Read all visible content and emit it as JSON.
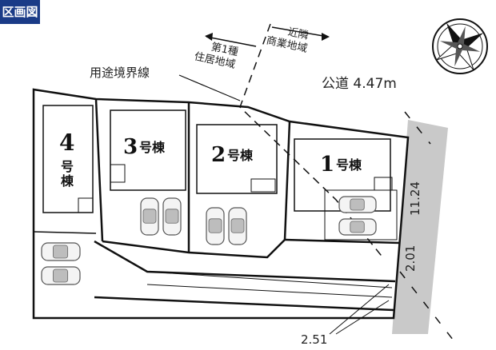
{
  "header": {
    "badge": "区画図"
  },
  "zoning": {
    "boundary_label": "用途境界線",
    "left_zone_line1": "第1種",
    "left_zone_line2": "住居地域",
    "right_zone_line1": "近隣",
    "right_zone_line2": "商業地域"
  },
  "road": {
    "label": "公道 4.47m"
  },
  "lots": [
    {
      "number": "4",
      "suffix": "号棟"
    },
    {
      "number": "3",
      "suffix": "号棟"
    },
    {
      "number": "2",
      "suffix": "号棟"
    },
    {
      "number": "1",
      "suffix": "号棟"
    }
  ],
  "dimensions": {
    "frontage": "11.24",
    "drive_width": "2.01",
    "bottom_width": "2.51"
  },
  "colors": {
    "badge_bg": "#1a3b87",
    "road_gray": "#c9c9c9",
    "line": "#111111"
  },
  "icons": [
    "compass-rose-icon",
    "car-icon"
  ]
}
